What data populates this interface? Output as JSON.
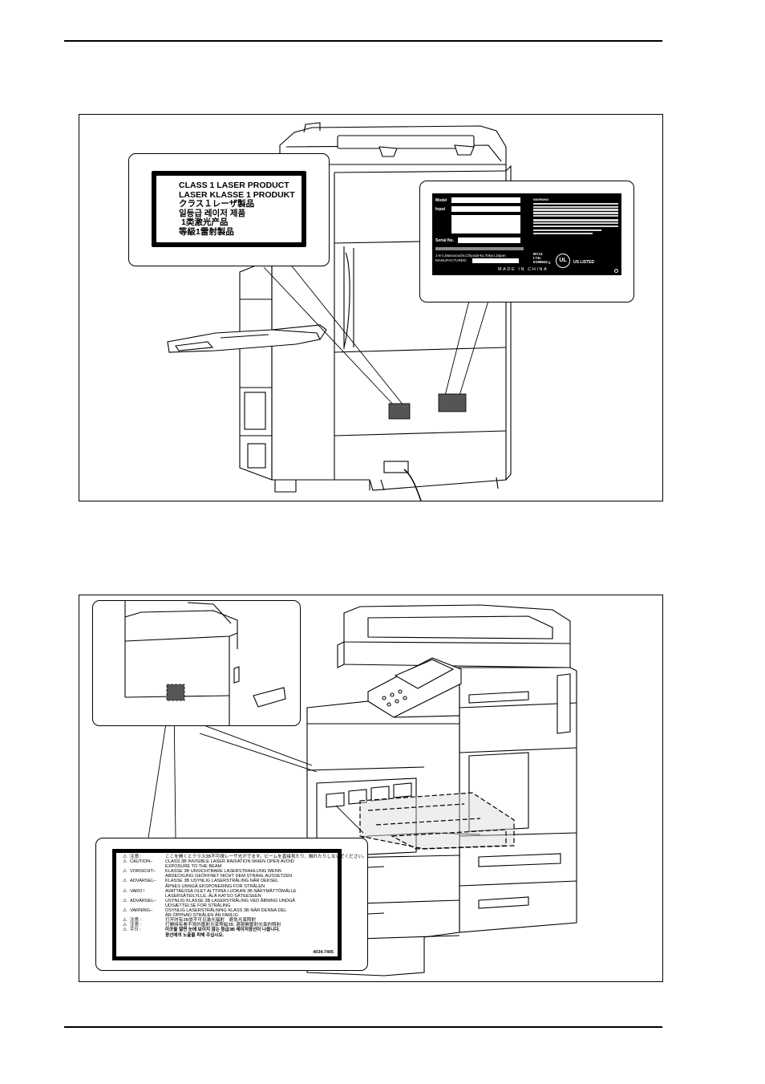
{
  "laser_class_label": {
    "lines": [
      "CLASS 1 LASER PRODUCT",
      "LASER KLASSE 1 PRODUKT",
      "クラス１レーザ製品",
      "일등급 레이저 제품",
      "1类激光产品",
      "等級1雷射製品"
    ]
  },
  "rating_plate": {
    "fields": [
      "Model",
      "Input",
      "Serial No."
    ],
    "warning_title": "WARNING",
    "warning_text": "This device complies with Part 15 of the FCC Rules. Operation is subject to the following two conditions: (1) This device may not cause harmful interference, and (2) this device must accept any interference received, including interference that may cause undesired operation.",
    "complies_text": "COMPLIES WITH 21 CFR 1040. 10 AND 1040. 11 EXCEPT FOR DEVIATIONS PURSUANT TO LASER NOTICE NO.50, DATED JULY 26, 2001",
    "class_a_note": "• This Class A digital apparatus complies with Canadian ICES-003.",
    "cet_note": "• Cet appareil numérique de la classe A est conforme à la norme NMB-003 du Canada.",
    "address": "1-6-1,Marunouchi,Chiyoda-ku,Tokyo,Japan",
    "manufactured": "MANUFACTURED:",
    "made_in": "MADE IN CHINA",
    "codes": [
      "BC13",
      "I.T.E.",
      "E198642"
    ],
    "ul_mark": "UL",
    "ul_c": "c",
    "ul_listed": "US LISTED"
  },
  "caution_label": {
    "rows": [
      {
        "key": "注意 :",
        "text": "ここを開くとクラス3B不可視レーザ光がでます。ビームを直接見たり、触れたりしないでください。"
      },
      {
        "key": "CAUTION–",
        "text": "CLASS 3B INVISIBLE LASER RADIATION WHEN OPEN AVOID",
        "cont": "EXPOSURE TO THE BEAM"
      },
      {
        "key": "VORSICHT–",
        "text": "KLASSE 3B UNSICHTBARE LASERSTRAHLUNG WENN",
        "cont": "ABDECKUNG GEÖFFNET NICHT DEM STRAHL AUSSETZEN"
      },
      {
        "key": "ADVARSEL–",
        "text": "KLASSE 3B USYNLIG LASERSTRÅLING NÅR DEKSEL",
        "cont": "ÅPNES UNNGÅ EKSPONERING FOR STRÅLEN"
      },
      {
        "key": "VARO !",
        "text": "AVATTAESSA OLET ALTTIINA LUOKAN 3B NÄKYMÄTTÖMÄLLE",
        "cont": "LASERSÄTEILYLLE. ÄLÄ KATSO SÄTEESEEN"
      },
      {
        "key": "ADVARSEL–",
        "text": "USYNLIG KLASSE 3B LASERSTRÅLING VED ÅBNING UNDGÅ",
        "cont": "UDSÆTTELSE FOR STRÅLING"
      },
      {
        "key": "VARNING–",
        "text": "OSYNLIG LASERSTRÅLNING KLASS 3B NÄR DENNA DEL",
        "cont": "ÄR ÖPPNAD STRÅLEN ÄR FARLIG"
      },
      {
        "key": "注意 :",
        "text": "打开时有3B类不可见激光辐射　避免光束照射"
      },
      {
        "key": "注意 :",
        "text": "打開時有看不見的雷射光束等級3B, 避避開雷射光束的照射"
      },
      {
        "key": "주의 :",
        "text": "이곳을 열면 눈에 보이지 않는 등급3B 레이저광선이 나옵니다.",
        "cont": "광선에의 노출을 피해 주십시오."
      }
    ],
    "code": "4034-7405"
  }
}
